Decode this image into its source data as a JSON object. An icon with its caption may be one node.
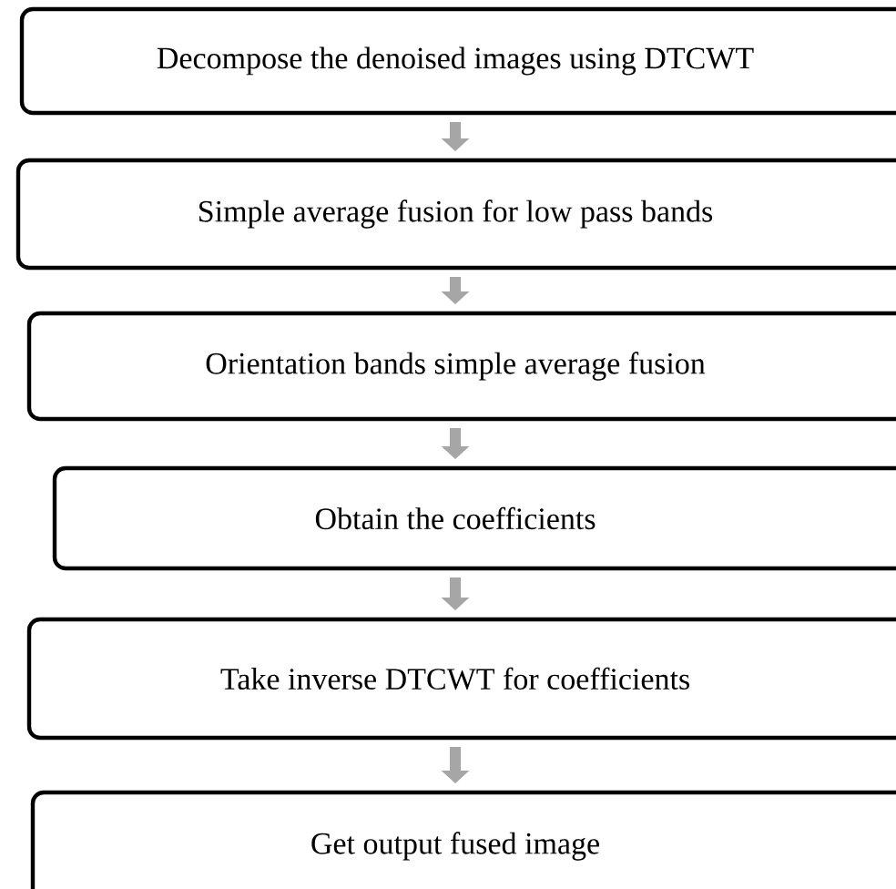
{
  "diagram": {
    "nodes": [
      {
        "text": [
          "Decompose the denoised images using DTCWT"
        ]
      },
      {
        "text": [
          "Simple average fusion for low pass bands"
        ]
      },
      {
        "text": [
          "Orientation bands simple average fusion"
        ]
      },
      {
        "text": [
          "Obtain the coefficients"
        ]
      },
      {
        "text": [
          "Take inverse DTCWT for coefficients"
        ]
      },
      {
        "text": [
          "Get output fused image"
        ]
      }
    ],
    "edges": [
      {
        "from": 0,
        "to": 1,
        "arrow": "to"
      },
      {
        "from": 1,
        "to": 2,
        "arrow": "to"
      },
      {
        "from": 2,
        "to": 3,
        "arrow": "to"
      },
      {
        "from": 3,
        "to": 4,
        "arrow": "to"
      },
      {
        "from": 4,
        "to": 5,
        "arrow": "to"
      }
    ]
  }
}
